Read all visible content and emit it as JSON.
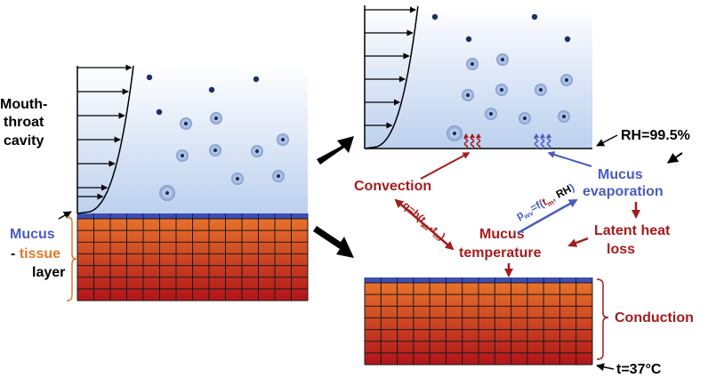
{
  "labels": {
    "mouth_line1": "Mouth-",
    "mouth_line2": "throat",
    "mouth_line3": "cavity",
    "mucus_word": "Mucus",
    "tissue_dash": "- ",
    "tissue_word": "tissue",
    "layer_word": "layer",
    "rh": "RH=99.5%",
    "convection": "Convection",
    "mucus_evap_line1": "Mucus",
    "mucus_evap_line2": "evaporation",
    "latent_line1": "Latent heat",
    "latent_line2": "loss",
    "mucus_temp_line1": "Mucus",
    "mucus_temp_line2": "temperature",
    "conduction": "Conduction",
    "body_temp": "t=37°C",
    "convection_eq": {
      "q": "q",
      "eq_h": "=h(t",
      "air_sub": "air",
      "minus_t": "-t",
      "m_sub": "m",
      "close": ")"
    },
    "evaporation_eq": {
      "p": "p",
      "wv_sub": "wv",
      "eq_f": "=f(",
      "t": "t",
      "m_sub": "m",
      "comma": ",",
      "rh": " RH",
      "close": ")"
    }
  },
  "colors": {
    "mucus_blue": "#4a5cc0",
    "dark_red": "#a51c1c",
    "tissue_orange": "#e07a2a",
    "air_top": "#ffffff",
    "air_bottom": "#bcd0ee",
    "tissue_top": "#e8722a",
    "tissue_bottom": "#b0151a",
    "mucus_band": "#3c4fb3",
    "droplet_halo": "#9fb6dd",
    "droplet_core": "#1e2e66"
  }
}
